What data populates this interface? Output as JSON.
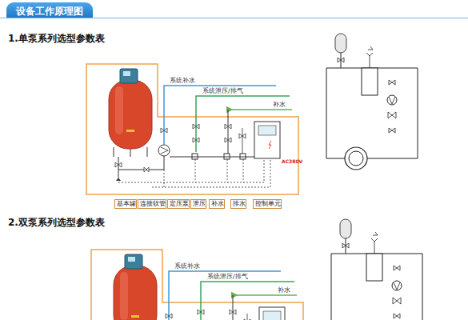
{
  "diagram": {
    "title": "设备工作原理图",
    "nodes": [
      {
        "text": [
          "基本罐"
        ]
      },
      {
        "text": [
          "连接软管"
        ]
      },
      {
        "text": [
          "定压泵"
        ]
      },
      {
        "text": [
          "泄压"
        ]
      },
      {
        "text": [
          "补水"
        ]
      },
      {
        "text": [
          "排水"
        ]
      },
      {
        "text": [
          "控制单元"
        ]
      }
    ],
    "labels": [
      "1.单泵系列选型参数表",
      "系统补水",
      "系统泄压/排气",
      "补水",
      "AC380V",
      "2.双泵系列选型参数表",
      "系统补水",
      "系统泄压/排气",
      "补水"
    ]
  }
}
